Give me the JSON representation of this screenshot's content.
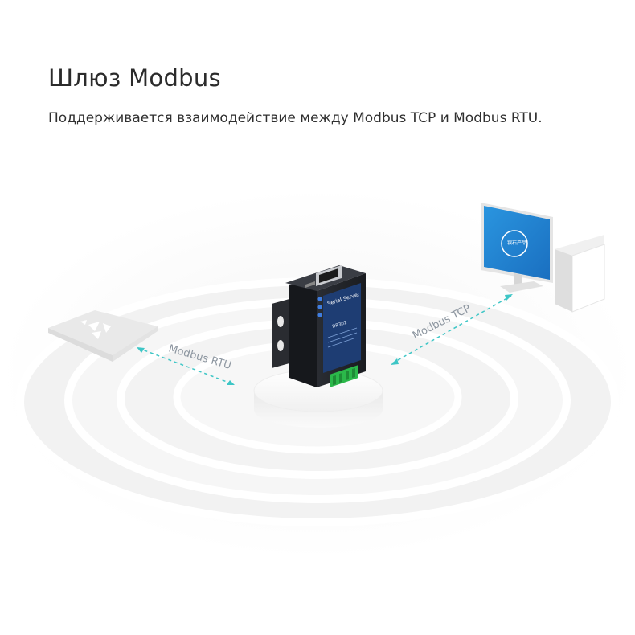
{
  "header": {
    "title": "Шлюз Modbus",
    "subtitle": "Поддерживается взаимодействие между Modbus TCP и Modbus RTU."
  },
  "diagram": {
    "left_link_label": "Modbus RTU",
    "right_link_label": "Modbus TCP",
    "gateway": {
      "brand_label": "Serial Server",
      "model_label": "DR302"
    },
    "monitor_screen_text": "银石产品"
  },
  "colors": {
    "link_line": "#3ec6c6",
    "gateway_panel": "#1e3d73",
    "monitor_screen": "#1f84d2",
    "terminal_green": "#2bb84a"
  }
}
